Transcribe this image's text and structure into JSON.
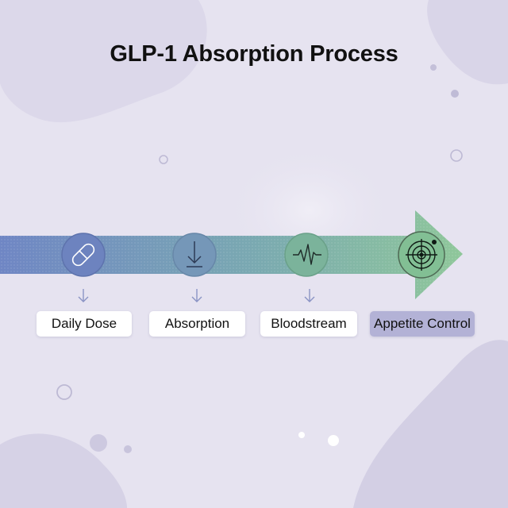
{
  "title": "GLP-1 Absorption Process",
  "colors": {
    "arrow_start": "#6f86c4",
    "arrow_end": "#8fc79a",
    "node_fill_start": "#6e84c0",
    "node_fill_end": "#7fb98f",
    "highlight_label": "#b3b2d6",
    "background": "#e6e3f0"
  },
  "steps": [
    {
      "label": "Daily Dose",
      "icon": "pill-icon"
    },
    {
      "label": "Absorption",
      "icon": "download-arrow-icon"
    },
    {
      "label": "Bloodstream",
      "icon": "heartbeat-pulse-icon"
    },
    {
      "label": "Appetite Control",
      "icon": "target-icon",
      "highlighted": true
    }
  ]
}
